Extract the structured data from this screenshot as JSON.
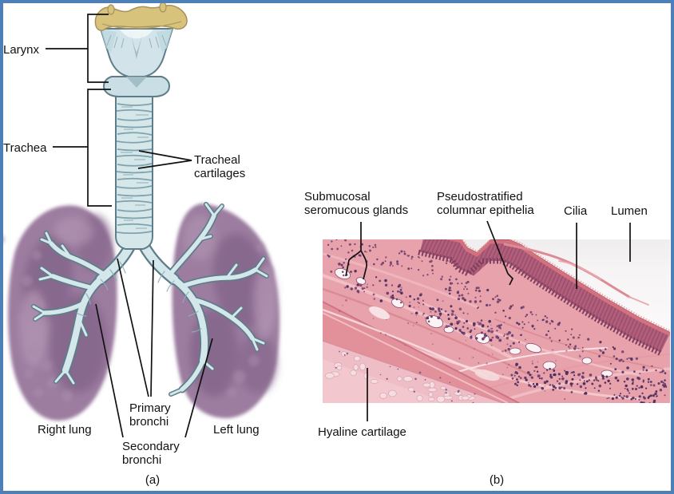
{
  "figure": {
    "kind": "anatomy-diagram",
    "border_color": "#4d80b7",
    "background": "#ffffff"
  },
  "panel_a": {
    "caption": "(a)",
    "larynx": "Larynx",
    "trachea": "Trachea",
    "tracheal_cartilages": "Tracheal cartilages",
    "primary_bronchi": "Primary bronchi",
    "secondary_bronchi": "Secondary bronchi",
    "right_lung": "Right lung",
    "left_lung": "Left lung"
  },
  "panel_b": {
    "caption": "(b)",
    "submucosal_seromucous_glands": "Submucosal seromucous glands",
    "pseudostratified_columnar_epithelia": "Pseudostratified columnar epithelia",
    "cilia": "Cilia",
    "lumen": "Lumen",
    "hyaline_cartilage": "Hyaline cartilage"
  },
  "colors": {
    "frame_blue": "#4d80b7",
    "lung_mauve": "#9c7da0",
    "airway_blue": "#d6e7ea",
    "epiglottis_tan": "#d8c37d",
    "stain_pink": "#e8a2ab",
    "stain_dark_purple": "#6d4473",
    "cartilage_pink": "#eebdc5",
    "label_text": "#111111"
  }
}
